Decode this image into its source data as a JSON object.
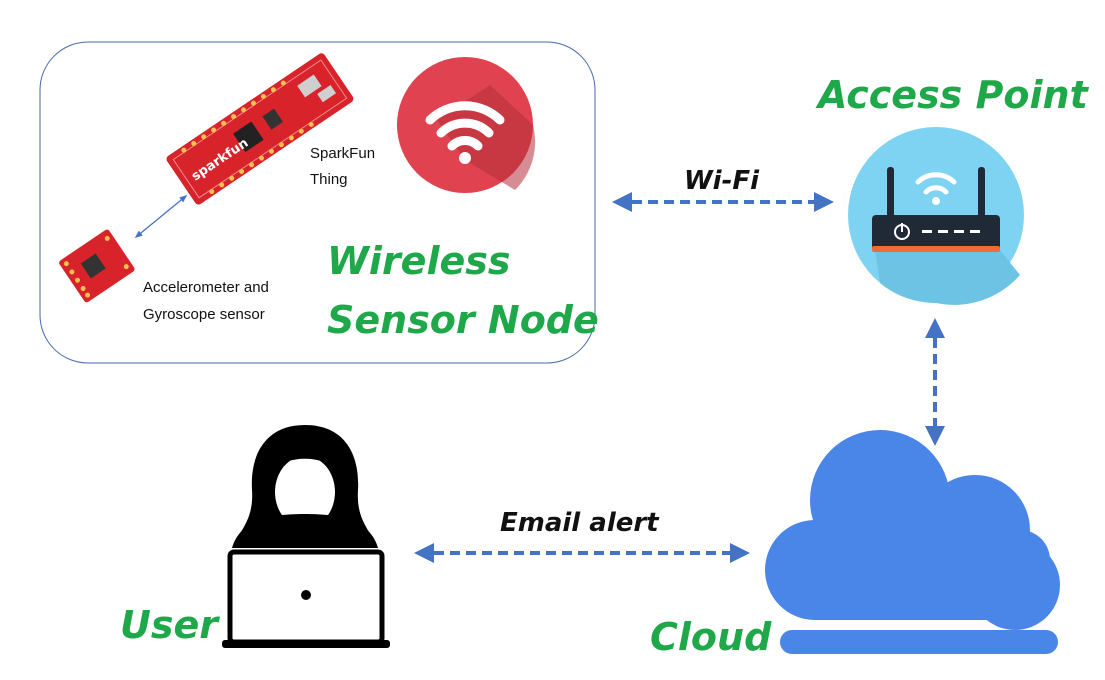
{
  "node": {
    "title_line1": "Wireless",
    "title_line2": "Sensor Node",
    "board_label_line1": "SparkFun",
    "board_label_line2": "Thing",
    "sensor_label_line1": "Accelerometer and",
    "sensor_label_line2": "Gyroscope sensor",
    "board_silkscreen": "sparkfun"
  },
  "access_point": {
    "title": "Access Point"
  },
  "cloud": {
    "title": "Cloud"
  },
  "user": {
    "title": "User"
  },
  "links": {
    "wifi": "Wi-Fi",
    "email": "Email alert"
  },
  "colors": {
    "label_green": "#1fa84a",
    "arrow_blue": "#4472c4",
    "wifi_red": "#e0434f",
    "router_circle": "#7fd3f2",
    "cloud_blue": "#4a86e8",
    "board_red": "#d8232a"
  },
  "icons": {
    "wifi": "wifi-icon",
    "router": "router-icon",
    "cloud": "cloud-icon",
    "user": "user-laptop-icon",
    "board": "sparkfun-board",
    "sensor": "sensor-board"
  }
}
